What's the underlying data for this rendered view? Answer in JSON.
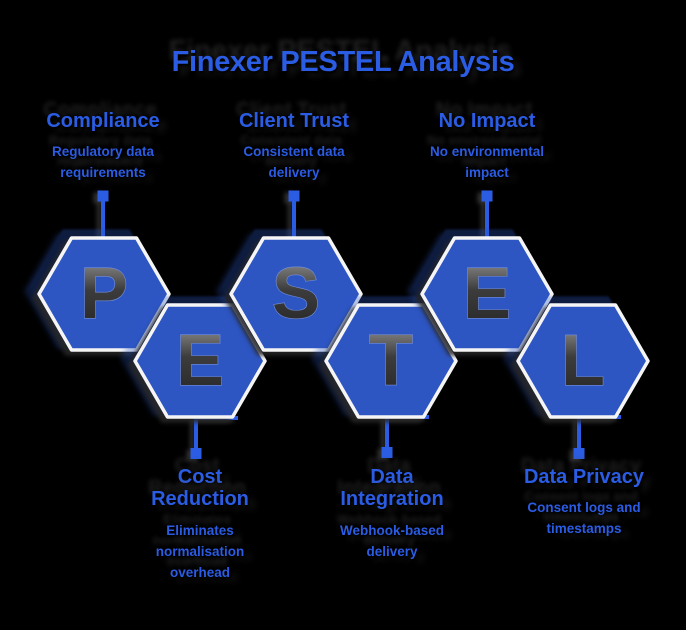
{
  "title": "Finexer PESTEL Analysis",
  "acronym_letters": [
    "P",
    "E",
    "S",
    "T",
    "E",
    "L"
  ],
  "top_callouts": [
    {
      "heading": "Compliance",
      "description": "Regulatory data requirements",
      "letter": "P"
    },
    {
      "heading": "Client Trust",
      "description": "Consistent data delivery",
      "letter": "S"
    },
    {
      "heading": "No Impact",
      "description": "No environmental impact",
      "letter": "E"
    }
  ],
  "bottom_callouts": [
    {
      "heading": "Cost Reduction",
      "description": "Eliminates normalisation overhead",
      "letter": "E"
    },
    {
      "heading": "Data Integration",
      "description": "Webhook-based delivery",
      "letter": "T"
    },
    {
      "heading": "Data Privacy",
      "description": "Consent logs and timestamps",
      "letter": "L"
    }
  ],
  "colors": {
    "background": "#000000",
    "accent": "#2b5ce4",
    "hex-fill": "#2e56c3",
    "hex-border": "#f5f5f5",
    "letter-light": "#9a9a9a",
    "letter-dark": "#252525"
  }
}
